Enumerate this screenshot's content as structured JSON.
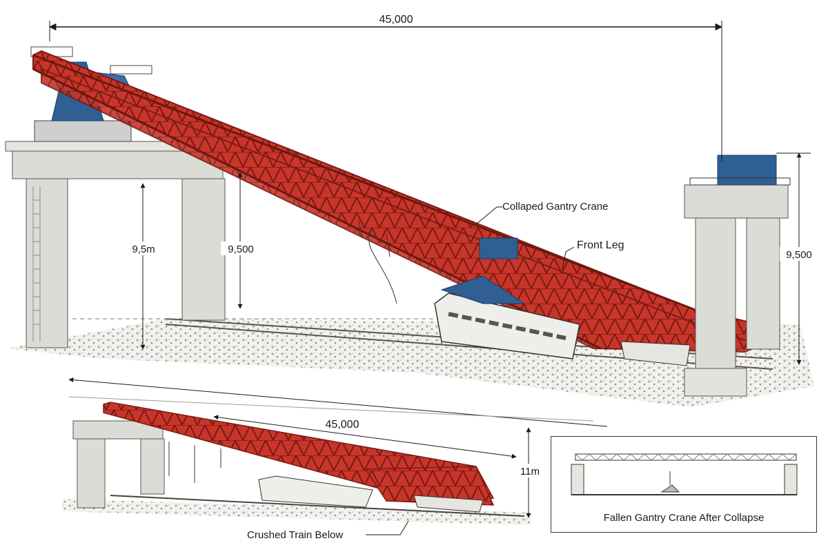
{
  "dimensions": {
    "top_span": "45,000",
    "left_height_a": "9,5m",
    "left_height_b": "9,500",
    "right_height": "9,500",
    "lower_span": "45,000",
    "lower_height": "11m"
  },
  "callouts": {
    "collapsed_crane": "Collaped Gantry Crane",
    "front_leg": "Front Leg",
    "crushed_train": "Crushed Train Below"
  },
  "inset": {
    "caption": "Fallen Gantry Crane After Collapse"
  },
  "colors": {
    "girder_red": "#c8352a",
    "machinery_blue": "#2f5f93",
    "concrete": "#dcdcd6",
    "ink": "#1a1a1a"
  }
}
